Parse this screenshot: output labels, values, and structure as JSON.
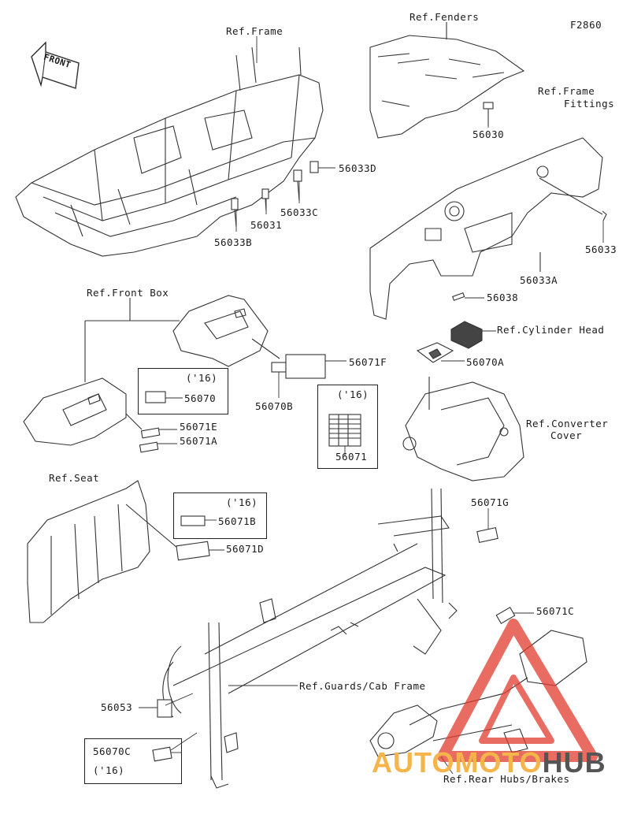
{
  "figure_code": "F2860",
  "direction_label": "FRONT",
  "refs": {
    "frame": "Ref.Frame",
    "fenders": "Ref.Fenders",
    "frame_fittings_l1": "Ref.Frame",
    "frame_fittings_l2": "Fittings",
    "front_box": "Ref.Front Box",
    "cylinder_head": "Ref.Cylinder Head",
    "converter_cover_l1": "Ref.Converter",
    "converter_cover_l2": "Cover",
    "seat": "Ref.Seat",
    "guards_cab_frame": "Ref.Guards/Cab Frame",
    "rear_hubs_brakes": "Ref.Rear Hubs/Brakes"
  },
  "parts": {
    "p56033D": "56033D",
    "p56033C": "56033C",
    "p56031": "56031",
    "p56033B": "56033B",
    "p56030": "56030",
    "p56033": "56033",
    "p56033A": "56033A",
    "p56038": "56038",
    "p56070A": "56070A",
    "p56071F": "56071F",
    "p56070B": "56070B",
    "p56070": "56070",
    "p56071E": "56071E",
    "p56071A": "56071A",
    "p56071": "56071",
    "p56071G": "56071G",
    "p56071B": "56071B",
    "p56071D": "56071D",
    "p56071C": "56071C",
    "p56053": "56053",
    "p56070C": "56070C"
  },
  "year_notes": {
    "n56070": "('16)",
    "n56071": "('16)",
    "n56071B": "('16)",
    "n56070C": "('16)"
  },
  "watermark": {
    "part1": "AUTOMOTO",
    "part2": "HUB",
    "color_primary": "#f6b54a",
    "color_secondary": "#555555",
    "triangle_color": "#e23b2e"
  }
}
